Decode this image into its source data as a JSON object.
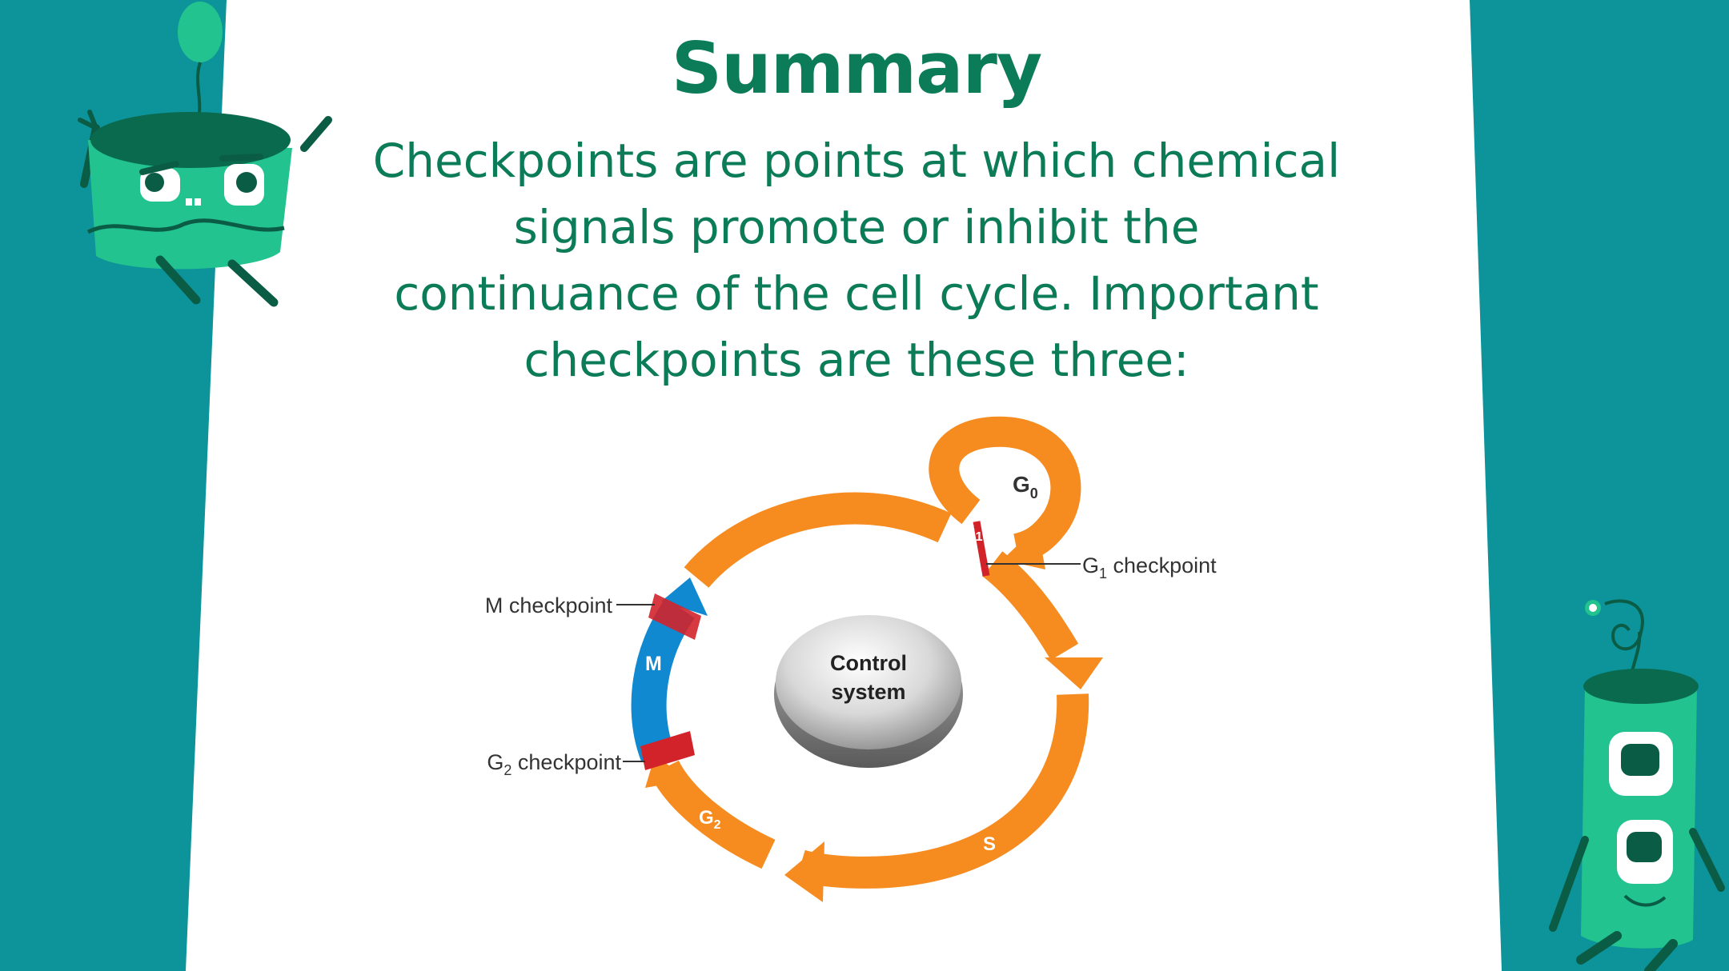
{
  "slide": {
    "title": "Summary",
    "body": "Checkpoints are points at which chemical signals promote or inhibit the continuance of the cell cycle. Important checkpoints are these three:"
  },
  "diagram": {
    "center_label_line1": "Control",
    "center_label_line2": "system",
    "phases": {
      "g0": "G",
      "g0_sub": "0",
      "g1": "G",
      "g1_sub": "1",
      "s": "S",
      "g2": "G",
      "g2_sub": "2",
      "m": "M"
    },
    "checkpoints": {
      "g1_prefix": "G",
      "g1_sub": "1",
      "g1_suffix": " checkpoint",
      "m": "M checkpoint",
      "g2_prefix": "G",
      "g2_sub": "2",
      "g2_suffix": " checkpoint"
    }
  },
  "colors": {
    "background": "#0d939a",
    "card": "#ffffff",
    "heading": "#0c7c58",
    "arrow_orange": "#f68b1f",
    "arrow_blue": "#1189d1",
    "checkpoint_red": "#d2232a",
    "mascot_green": "#22c38e",
    "mascot_dark": "#0a5c45"
  },
  "icons": [
    "left-mascot-icon",
    "right-mascot-icon",
    "control-system-disc-icon"
  ]
}
